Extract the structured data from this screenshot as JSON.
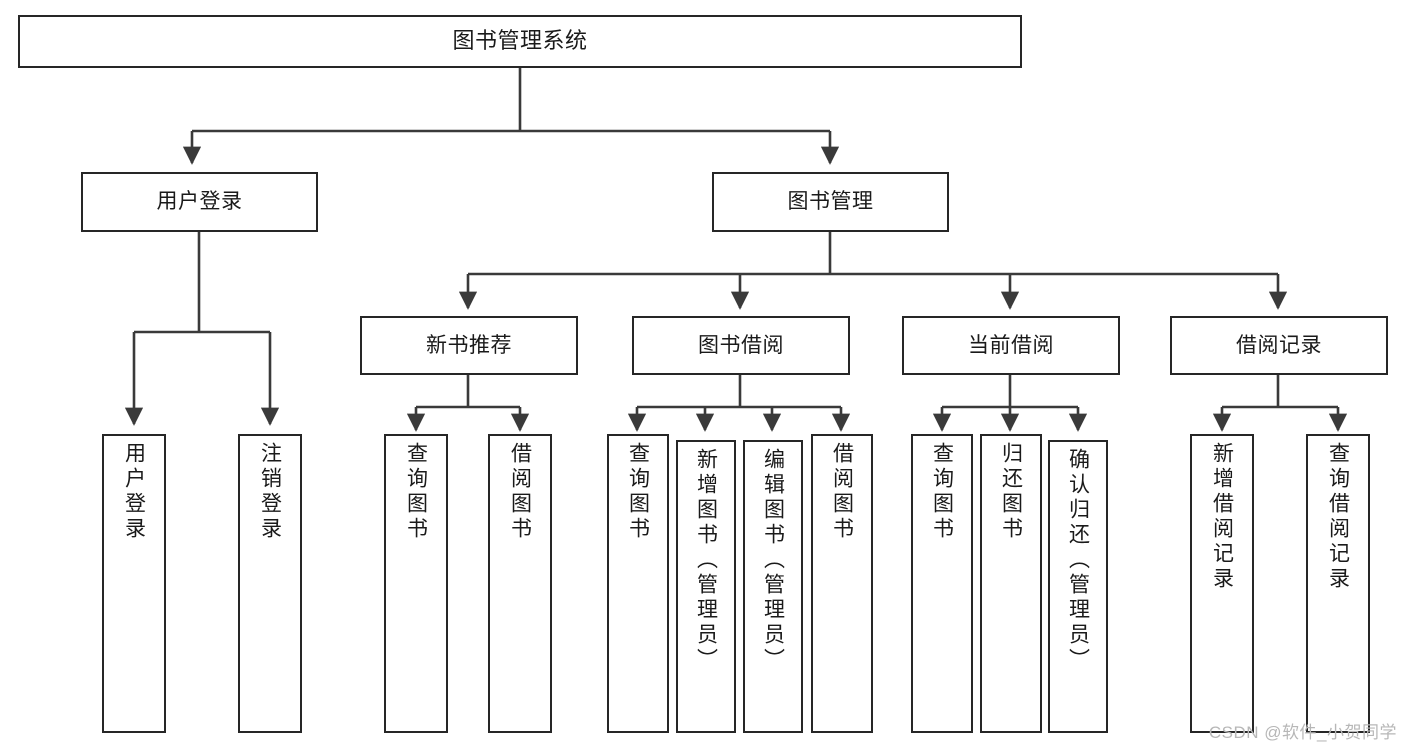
{
  "diagram": {
    "title": "图书管理系统",
    "type": "tree",
    "watermark": "CSDN @软件_小贺同学",
    "stroke_color": "#262626",
    "fill_color": "#ffffff",
    "text_color": "#1a1a1a",
    "nodes": {
      "root": {
        "label": "图书管理系统"
      },
      "level2": [
        {
          "label": "用户登录"
        },
        {
          "label": "图书管理"
        }
      ],
      "level3": [
        {
          "label": "新书推荐"
        },
        {
          "label": "图书借阅"
        },
        {
          "label": "当前借阅"
        },
        {
          "label": "借阅记录"
        }
      ],
      "leaves": {
        "user_login": [
          {
            "label": "用户登录"
          },
          {
            "label": "注销登录"
          }
        ],
        "new_book": [
          {
            "label": "查询图书"
          },
          {
            "label": "借阅图书"
          }
        ],
        "borrow_book": [
          {
            "label": "查询图书"
          },
          {
            "label": "新增图书（管理员）"
          },
          {
            "label": "编辑图书（管理员）"
          },
          {
            "label": "借阅图书"
          }
        ],
        "current_borrow": [
          {
            "label": "查询图书"
          },
          {
            "label": "归还图书"
          },
          {
            "label": "确认归还（管理员）"
          }
        ],
        "borrow_record": [
          {
            "label": "新增借阅记录"
          },
          {
            "label": "查询借阅记录"
          }
        ]
      }
    }
  }
}
